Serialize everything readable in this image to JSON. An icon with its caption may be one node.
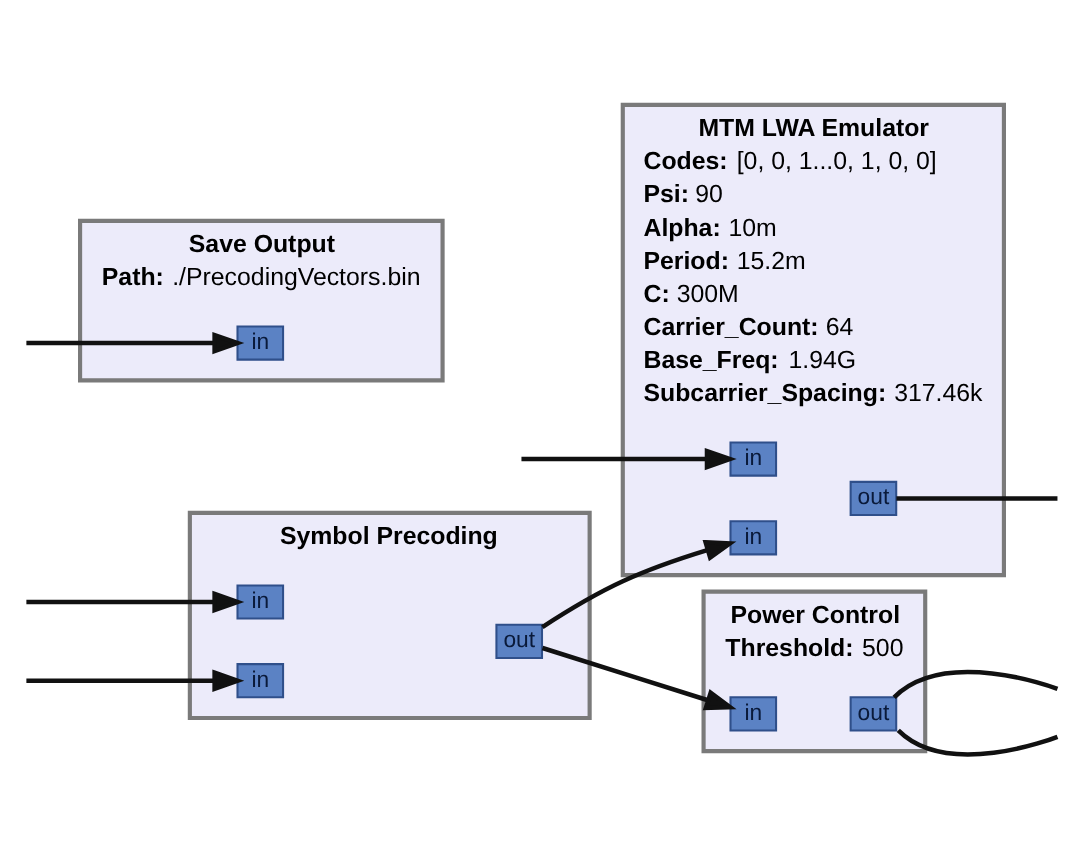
{
  "diagram": {
    "nodes": [
      {
        "text": [
          "MTM LWA Emulator",
          "**Codes:** [0, 0, 1...0, 1, 0, 0]",
          "**Psi:** 90",
          "**Alpha:** 10m",
          "**Period:** 15.2m",
          "**C:** 300M",
          "**Carrier_Count:** 64",
          "**Base_Freq:** 1.94G",
          "**Subcarrier_Spacing:** 317.46k"
        ]
      },
      {
        "text": [
          "in"
        ],
        "in": 0
      },
      {
        "text": [
          "in"
        ],
        "in": 0
      },
      {
        "text": [
          "out"
        ],
        "in": 0
      },
      {
        "text": [
          "Symbol Precoding"
        ]
      },
      {
        "text": [
          "in"
        ],
        "in": 4
      },
      {
        "text": [
          "in"
        ],
        "in": 4
      },
      {
        "text": [
          "out"
        ],
        "in": 4
      },
      {
        "text": [
          "Power Control",
          "**Threshold:** 500"
        ]
      },
      {
        "text": [
          "in"
        ],
        "in": 8
      },
      {
        "text": [
          "out"
        ],
        "in": 8
      },
      {
        "text": [
          "Save Output",
          "**Path:** ./PrecodingVectors.bin"
        ]
      },
      {
        "text": [
          "in"
        ],
        "in": 11
      }
    ],
    "edges": [
      {
        "from": null,
        "to": 1,
        "arrow": "to"
      },
      {
        "from": 7,
        "to": 2,
        "arrow": "to"
      },
      {
        "from": 3,
        "to": null,
        "arrow": "none"
      },
      {
        "from": null,
        "to": 5,
        "arrow": "to"
      },
      {
        "from": null,
        "to": 6,
        "arrow": "to"
      },
      {
        "from": 7,
        "to": 9,
        "arrow": "to"
      },
      {
        "from": 10,
        "to": null,
        "arrow": "none"
      },
      {
        "from": 10,
        "to": null,
        "arrow": "none"
      },
      {
        "from": null,
        "to": 12,
        "arrow": "to"
      }
    ]
  }
}
